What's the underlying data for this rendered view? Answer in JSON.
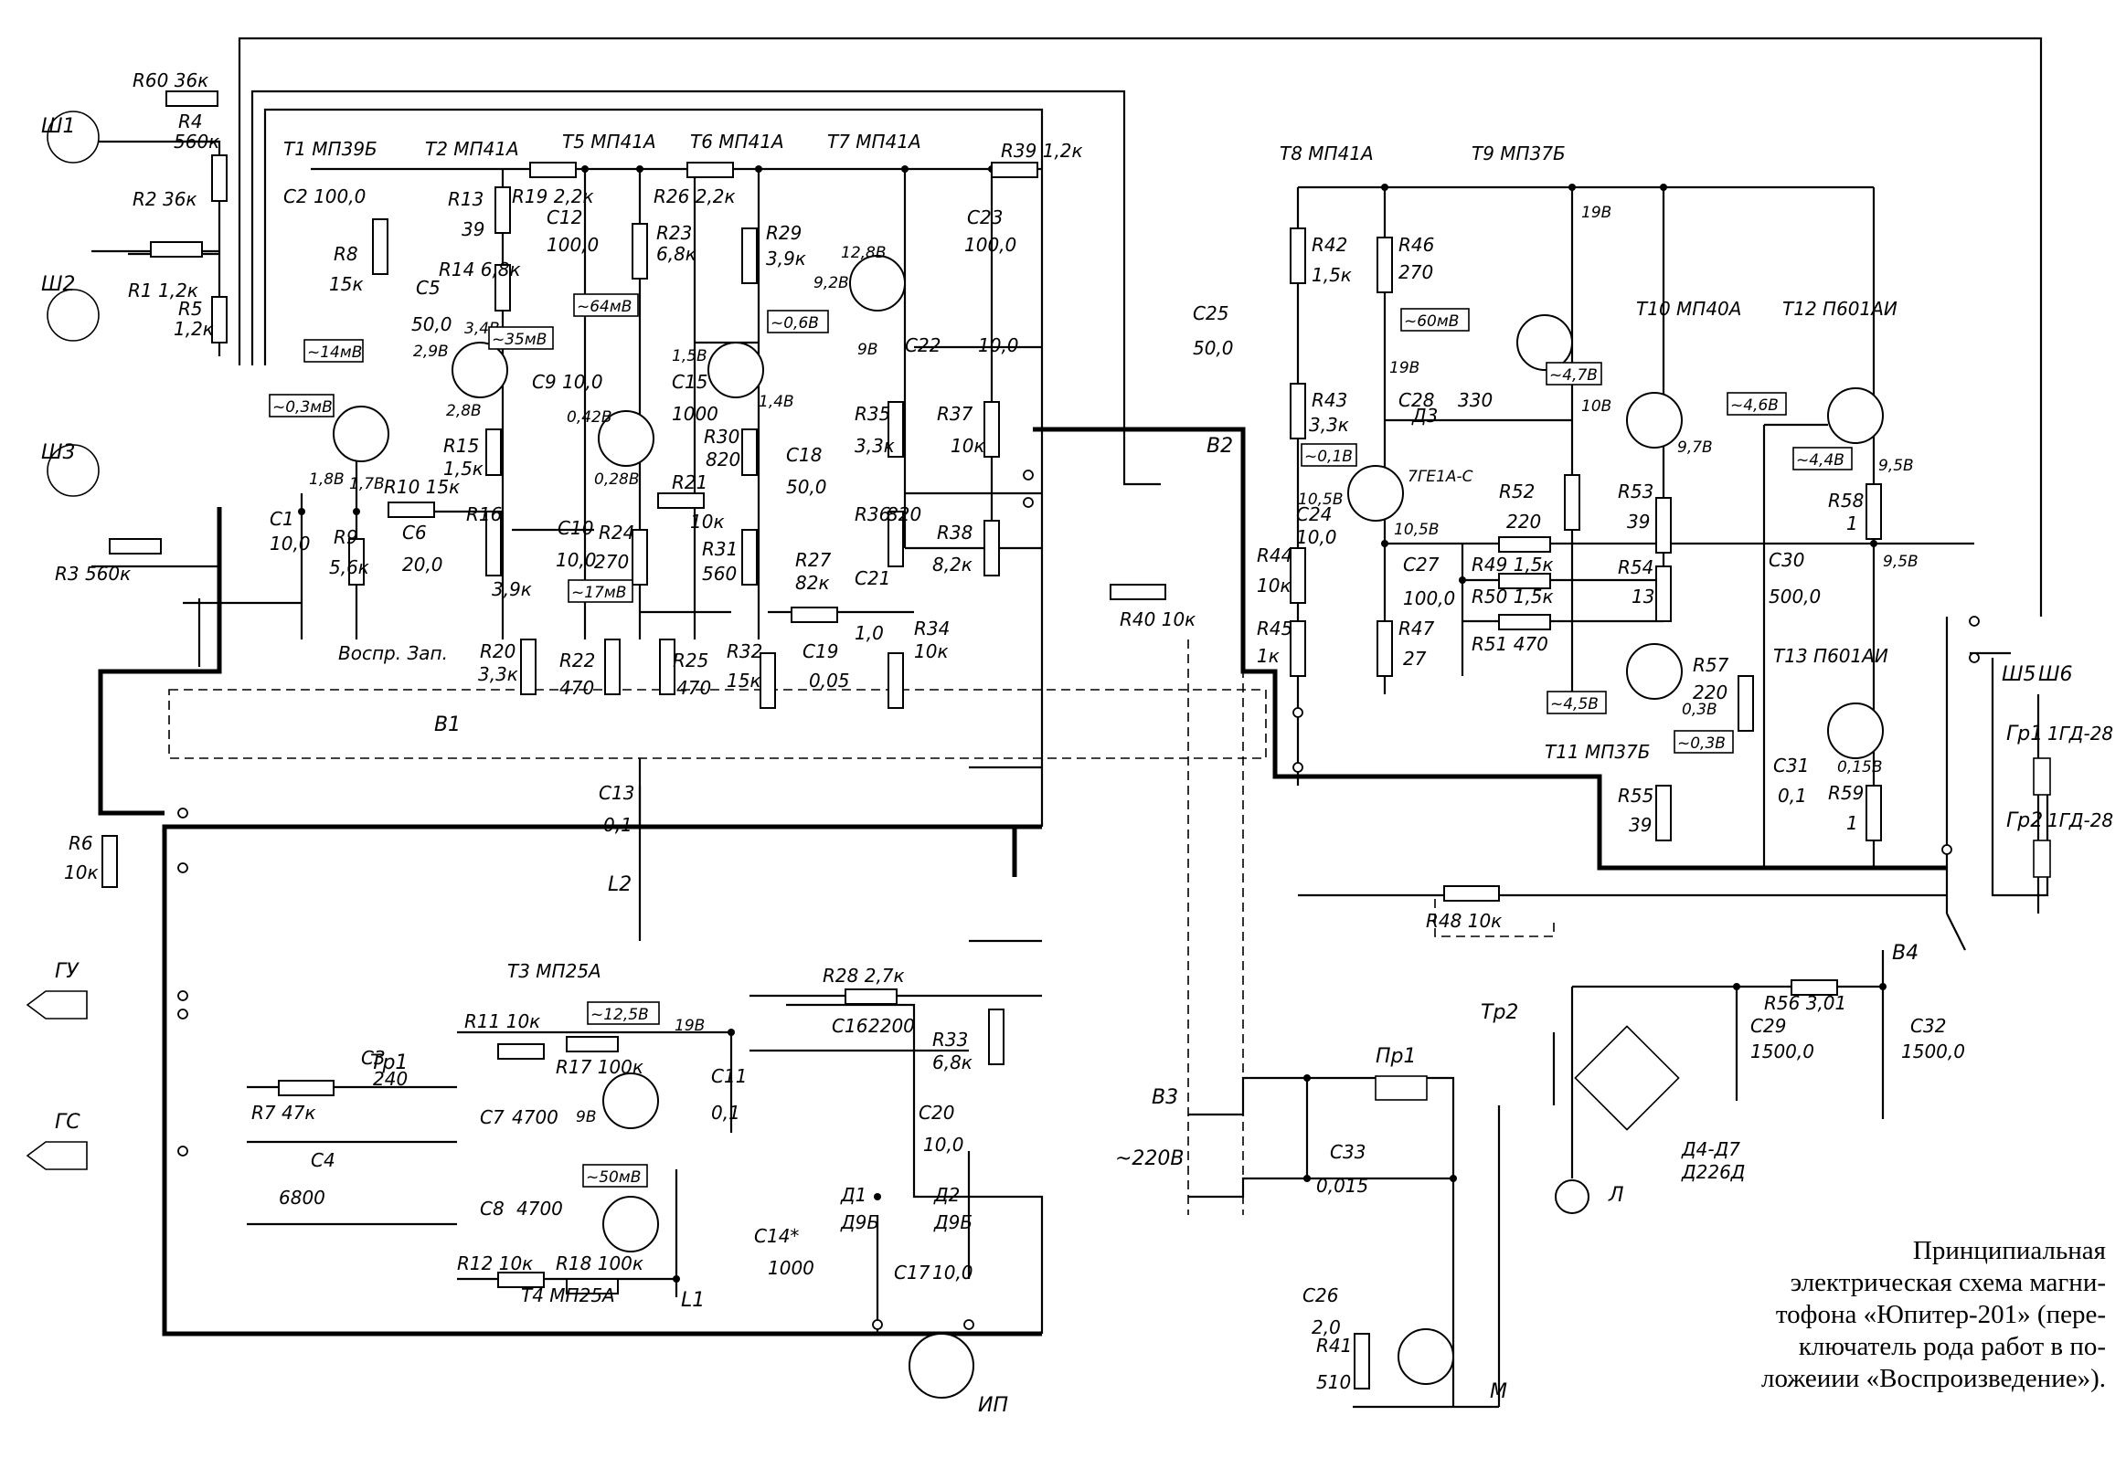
{
  "caption": {
    "lines": [
      "Принципиальная",
      "электрическая схема магни-",
      "тофона «Юпитер-201» (пере-",
      "ключатель рода работ в по-",
      "ложеиии «Воспроизведение»)."
    ]
  },
  "transistors": [
    {
      "id": "t1",
      "label": "T1 МП39Б"
    },
    {
      "id": "t2",
      "label": "T2 МП41А"
    },
    {
      "id": "t5",
      "label": "T5 МП41А"
    },
    {
      "id": "t6",
      "label": "T6 МП41А"
    },
    {
      "id": "t7",
      "label": "T7 МП41А"
    },
    {
      "id": "t8",
      "label": "T8 МП41А"
    },
    {
      "id": "t9",
      "label": "T9 МП37Б"
    },
    {
      "id": "t10",
      "label": "T10 МП40А"
    },
    {
      "id": "t12",
      "label": "T12 П601АИ"
    },
    {
      "id": "t13",
      "label": "T13 П601АИ"
    },
    {
      "id": "t11",
      "label": "T11 МП37Б"
    },
    {
      "id": "t3",
      "label": "T3 МП25А"
    },
    {
      "id": "t4",
      "label": "T4 МП25А"
    }
  ],
  "resistors": [
    {
      "ref": "R60",
      "val": "36к"
    },
    {
      "ref": "R4",
      "val": "560к"
    },
    {
      "ref": "R2",
      "val": "36к"
    },
    {
      "ref": "R1",
      "val": "1,2к"
    },
    {
      "ref": "R5",
      "val": "1,2к"
    },
    {
      "ref": "R3",
      "val": "560к"
    },
    {
      "ref": "R8",
      "val": "15к"
    },
    {
      "ref": "R9",
      "val": "5,6к"
    },
    {
      "ref": "R10",
      "val": "15к"
    },
    {
      "ref": "R13",
      "val": "39"
    },
    {
      "ref": "R14",
      "val": "6,8к"
    },
    {
      "ref": "R15",
      "val": "1,5к"
    },
    {
      "ref": "R16",
      "val": "3,9к"
    },
    {
      "ref": "R19",
      "val": "2,2к"
    },
    {
      "ref": "R20",
      "val": "3,3к"
    },
    {
      "ref": "R22",
      "val": "470"
    },
    {
      "ref": "R24",
      "val": "270"
    },
    {
      "ref": "R25",
      "val": "470"
    },
    {
      "ref": "R26",
      "val": "2,2к"
    },
    {
      "ref": "R23",
      "val": "6,8к"
    },
    {
      "ref": "R21",
      "val": "10к"
    },
    {
      "ref": "R29",
      "val": "3,9к"
    },
    {
      "ref": "R30",
      "val": "820"
    },
    {
      "ref": "R31",
      "val": "560"
    },
    {
      "ref": "R27",
      "val": "82к"
    },
    {
      "ref": "R32",
      "val": "15к"
    },
    {
      "ref": "R34",
      "val": "10к"
    },
    {
      "ref": "R35",
      "val": "3,3к"
    },
    {
      "ref": "R36",
      "val": "820"
    },
    {
      "ref": "R37",
      "val": "10к"
    },
    {
      "ref": "R38",
      "val": "8,2к"
    },
    {
      "ref": "R39",
      "val": "1,2к"
    },
    {
      "ref": "R40",
      "val": "10к"
    },
    {
      "ref": "R42",
      "val": "1,5к"
    },
    {
      "ref": "R43",
      "val": "3,3к"
    },
    {
      "ref": "R44",
      "val": "10к"
    },
    {
      "ref": "R45",
      "val": "1к"
    },
    {
      "ref": "R46",
      "val": "270"
    },
    {
      "ref": "R47",
      "val": "27"
    },
    {
      "ref": "R49",
      "val": "1,5к"
    },
    {
      "ref": "R50",
      "val": "1,5к"
    },
    {
      "ref": "R51",
      "val": "470"
    },
    {
      "ref": "R52",
      "val": "220"
    },
    {
      "ref": "R53",
      "val": "39"
    },
    {
      "ref": "R54",
      "val": "13"
    },
    {
      "ref": "R55",
      "val": "39"
    },
    {
      "ref": "R57",
      "val": "220"
    },
    {
      "ref": "R58",
      "val": "1"
    },
    {
      "ref": "R59",
      "val": "1"
    },
    {
      "ref": "R48",
      "val": "10к"
    },
    {
      "ref": "R6",
      "val": "10к"
    },
    {
      "ref": "R7",
      "val": "47к"
    },
    {
      "ref": "R11",
      "val": "10к"
    },
    {
      "ref": "R17",
      "val": "100к"
    },
    {
      "ref": "R12",
      "val": "10к"
    },
    {
      "ref": "R18",
      "val": "100к"
    },
    {
      "ref": "R28",
      "val": "2,7к"
    },
    {
      "ref": "R33",
      "val": "6,8к"
    },
    {
      "ref": "R56",
      "val": "3,01"
    },
    {
      "ref": "R41",
      "val": "510"
    }
  ],
  "capacitors": [
    {
      "ref": "C2",
      "val": "100,0"
    },
    {
      "ref": "C1",
      "val": "10,0"
    },
    {
      "ref": "C5",
      "val": "50,0"
    },
    {
      "ref": "C6",
      "val": "20,0"
    },
    {
      "ref": "C9",
      "val": "10,0"
    },
    {
      "ref": "C10",
      "val": "10,0"
    },
    {
      "ref": "C12",
      "val": "100,0"
    },
    {
      "ref": "C15",
      "val": "1000"
    },
    {
      "ref": "C18",
      "val": "50,0"
    },
    {
      "ref": "C19",
      "val": "0,05"
    },
    {
      "ref": "C21",
      "val": "1,0"
    },
    {
      "ref": "C22",
      "val": "10,0"
    },
    {
      "ref": "C23",
      "val": "100,0"
    },
    {
      "ref": "C13",
      "val": "0,1"
    },
    {
      "ref": "C25",
      "val": "50,0"
    },
    {
      "ref": "C24",
      "val": "10,0"
    },
    {
      "ref": "C27",
      "val": "100,0"
    },
    {
      "ref": "C28",
      "val": "330"
    },
    {
      "ref": "C30",
      "val": "500,0"
    },
    {
      "ref": "C31",
      "val": "0,1"
    },
    {
      "ref": "C3",
      "val": "240"
    },
    {
      "ref": "C4",
      "val": "6800"
    },
    {
      "ref": "C7",
      "val": "4700"
    },
    {
      "ref": "C8",
      "val": "4700"
    },
    {
      "ref": "C11",
      "val": "0,1"
    },
    {
      "ref": "C16",
      "val": "2200"
    },
    {
      "ref": "C20",
      "val": "10,0"
    },
    {
      "ref": "C14*",
      "val": "1000"
    },
    {
      "ref": "C17",
      "val": "10,0"
    },
    {
      "ref": "C29",
      "val": "1500,0"
    },
    {
      "ref": "C32",
      "val": "1500,0"
    },
    {
      "ref": "C33",
      "val": "0,015"
    },
    {
      "ref": "C26",
      "val": "2,0"
    }
  ],
  "voltages": {
    "t1_c": "1,8В",
    "t1_e": "1,7В",
    "t2_b": "2,9В",
    "t2_c": "3,4В",
    "t2_e": "2,8В",
    "t5_c": "0,42В",
    "t5_e": "0,28В",
    "t6_b": "1,5В",
    "t6_e": "1,4В",
    "t7_b": "9,2В",
    "t7_c": "12,8В",
    "t7_e": "9В",
    "t9_c": "19В",
    "t8_c": "19В",
    "t8_e": "10,5В",
    "t8_b": "10,5В",
    "t10_b": "10В",
    "t10_c": "9,7В",
    "t12_c": "9,5В",
    "t12_e": "9,5В",
    "t11_e": "0,3В",
    "t13_e": "0,15В",
    "osc_v": "19В",
    "t3_e": "9В"
  },
  "ac_signals": [
    "~0,3мВ",
    "~14мВ",
    "~35мВ",
    "~64мВ",
    "~0,6В",
    "~17мВ",
    "~60мВ",
    "~4,7В",
    "~4,6В",
    "~0,1В",
    "~4,4В",
    "~4,5В",
    "~0,3В",
    "~12,5В",
    "~50мВ"
  ],
  "connectors": {
    "sh1": "Ш1",
    "sh2": "Ш2",
    "sh3": "Ш3",
    "sh5": "Ш5",
    "sh6": "Ш6",
    "gu": "ГУ",
    "gs": "ГС",
    "ip": "ИП",
    "motor": "M",
    "lamp": "Л"
  },
  "parts": {
    "b1": "B1",
    "b2": "B2",
    "b3": "B3",
    "b4": "B4",
    "play_rec": "Воспр. Зап.",
    "d3": "Д3",
    "d3_type": "7ГЕ1А-С",
    "l1": "L1",
    "l2": "L2",
    "tr1": "Tp1",
    "tr2": "Tp2",
    "fuse": "Пр1",
    "d1": "Д1",
    "d1_type": "Д9Б",
    "d2": "Д2",
    "d2_type": "Д9Б",
    "bridge": "Д4-Д7",
    "bridge_type": "Д226Д",
    "mains": "~220В",
    "gr1": "Гр1",
    "gr1_type": "1ГД-28",
    "gr2": "Гр2",
    "gr2_type": "1ГД-28"
  },
  "colors": {
    "ink": "#000000",
    "paper": "#ffffff"
  }
}
